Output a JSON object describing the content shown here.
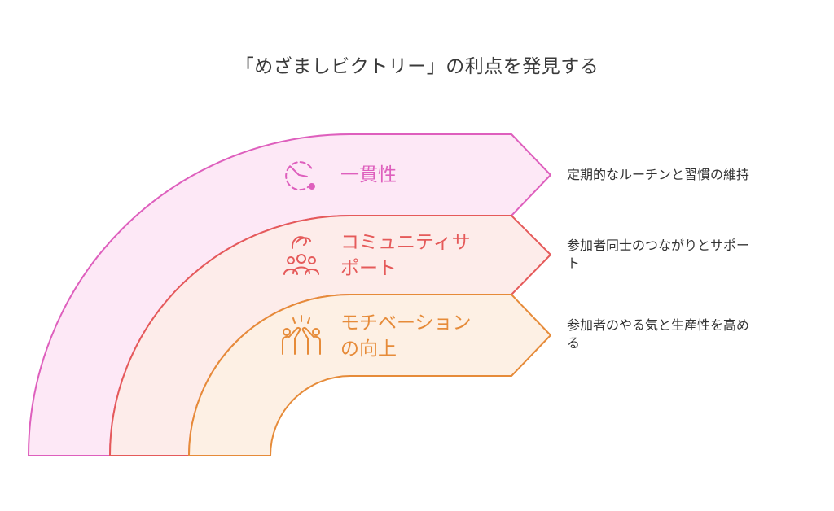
{
  "title": "「めざましビクトリー」の利点を発見する",
  "colors": {
    "consistency": {
      "stroke": "#de5fbd",
      "fill": "#fde8f6"
    },
    "community": {
      "stroke": "#e55a5a",
      "fill": "#fdecea"
    },
    "motivation": {
      "stroke": "#e68b39",
      "fill": "#fdf0e4"
    }
  },
  "benefits": [
    {
      "label": "一貫性",
      "icon": "clock-icon",
      "description": "定期的なルーチンと習慣の維持"
    },
    {
      "label": "コミュニティサ\nポート",
      "icon": "community-icon",
      "description": "参加者同士のつながりとサポー\nト"
    },
    {
      "label": "モチベーション\nの向上",
      "icon": "high-five-icon",
      "description": "参加者のやる気と生産性を高め\nる"
    }
  ]
}
